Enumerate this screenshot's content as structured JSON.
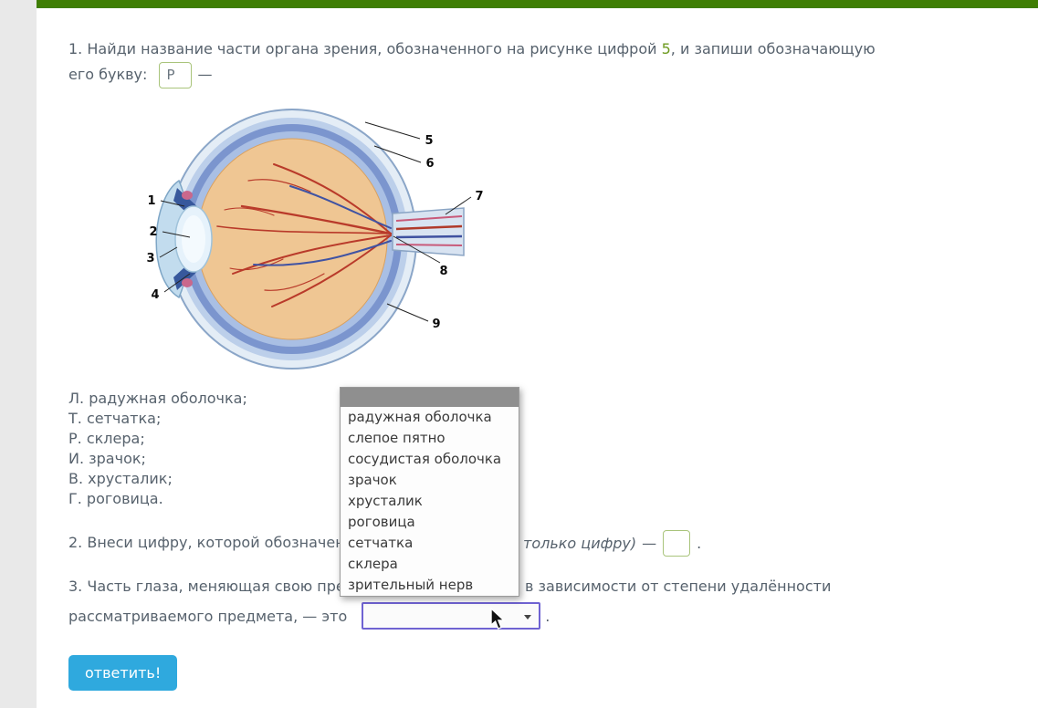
{
  "question1": {
    "prefix": "1. Найди название части органа зрения, обозначенного на рисунке цифрой ",
    "number": "5",
    "suffix": ", и запиши обозначающую его букву:",
    "answer_value": "Р",
    "dash": "—"
  },
  "diagram": {
    "labels": [
      "1",
      "2",
      "3",
      "4",
      "5",
      "6",
      "7",
      "8",
      "9"
    ]
  },
  "options_list": [
    "Л. радужная оболочка;",
    "Т. сетчатка;",
    "Р. склера;",
    "И. зрачок;",
    "В. хрусталик;",
    "Г. роговица."
  ],
  "question2": {
    "visible_left": "2. Внеси цифру, которой обозначен(-",
    "visible_right_italic": "только цифру)",
    "dash": "—",
    "period": "."
  },
  "question3": {
    "visible_left_line1": "3. Часть глаза, меняющая свою прел",
    "visible_right_line1": "в зависимости от степени удалённости",
    "line2": "рассматриваемого предмета, — это",
    "period": "."
  },
  "dropdown": {
    "selected_value": "",
    "items": [
      "радужная оболочка",
      "слепое пятно",
      "сосудистая оболочка",
      "зрачок",
      "хрусталик",
      "роговица",
      "сетчатка",
      "склера",
      "зрительный нерв"
    ]
  },
  "answer_button": {
    "label": "ответить!"
  },
  "colors": {
    "accent_green_bar": "#3f7e04",
    "question_number_green": "#6e9b20",
    "button_blue": "#2fa9de"
  }
}
